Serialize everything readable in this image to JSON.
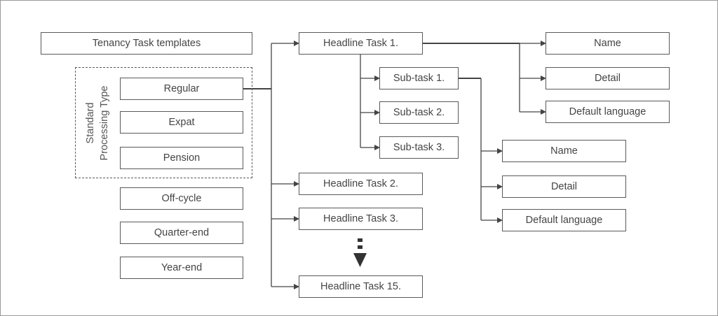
{
  "title_box": "Tenancy Task templates",
  "group_label": [
    "Standard",
    "Processing Type"
  ],
  "processing_types": [
    "Regular",
    "Expat",
    "Pension",
    "Off-cycle",
    "Quarter-end",
    "Year-end"
  ],
  "headline_tasks": [
    "Headline Task 1.",
    "Headline Task 2.",
    "Headline Task 3.",
    "Headline Task 15."
  ],
  "sub_tasks": [
    "Sub-task 1.",
    "Sub-task 2.",
    "Sub-task 3."
  ],
  "headline_fields": [
    "Name",
    "Detail",
    "Default language"
  ],
  "subtask_fields": [
    "Name",
    "Detail",
    "Default language"
  ]
}
